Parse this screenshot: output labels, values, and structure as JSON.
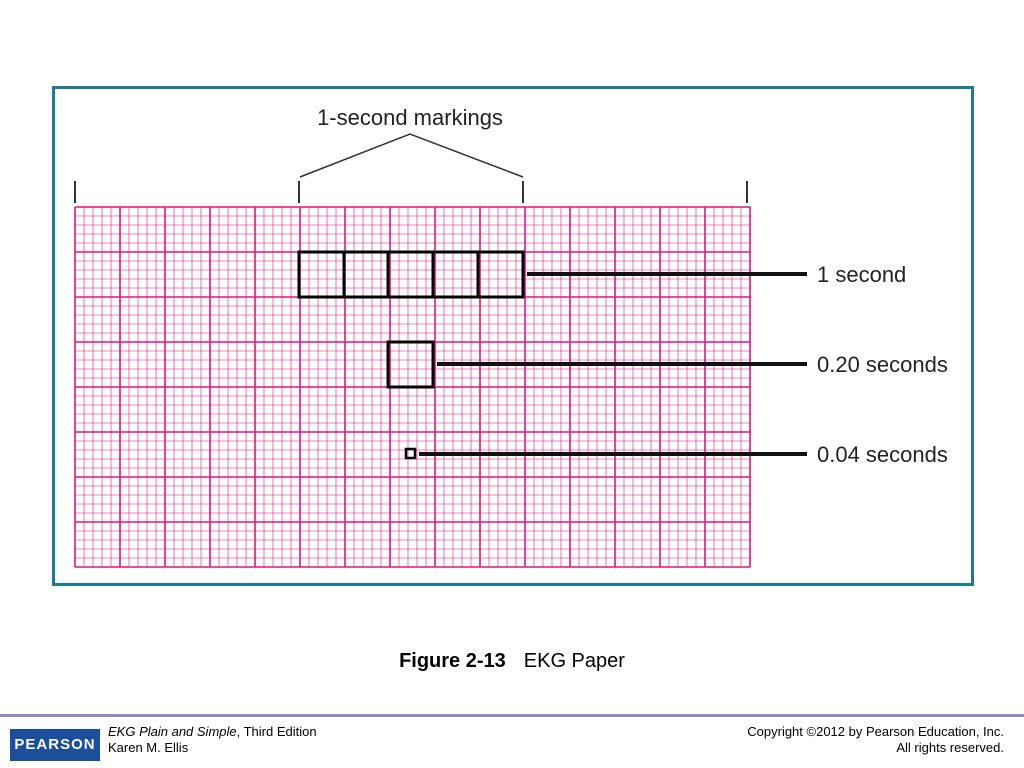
{
  "figure": {
    "top_label": "1-second markings",
    "callouts": {
      "one_second": "1 second",
      "point_two": "0.20 seconds",
      "point_zero_four": "0.04 seconds"
    },
    "grid_color": "#e0157f",
    "outline_color": "#000000",
    "frame_color": "#1f7a94"
  },
  "caption": {
    "number": "Figure 2-13",
    "title": "EKG Paper"
  },
  "footer": {
    "logo": "PEARSON",
    "book_title": "EKG Plain and Simple",
    "edition": ", Third Edition",
    "author": "Karen M. Ellis",
    "copyright": "Copyright ©2012 by Pearson Education, Inc.",
    "rights": "All rights reserved.",
    "accent_color": "#1b4f9c"
  }
}
